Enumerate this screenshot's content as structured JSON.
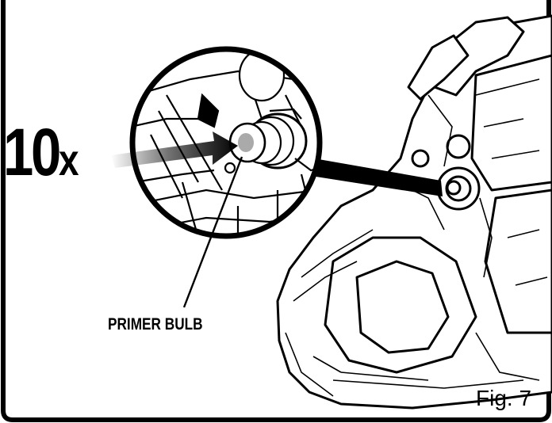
{
  "figure": {
    "count_text": "10",
    "count_suffix": "x",
    "callout_label": "PRIMER BULB",
    "figure_label": "Fig. 7"
  }
}
